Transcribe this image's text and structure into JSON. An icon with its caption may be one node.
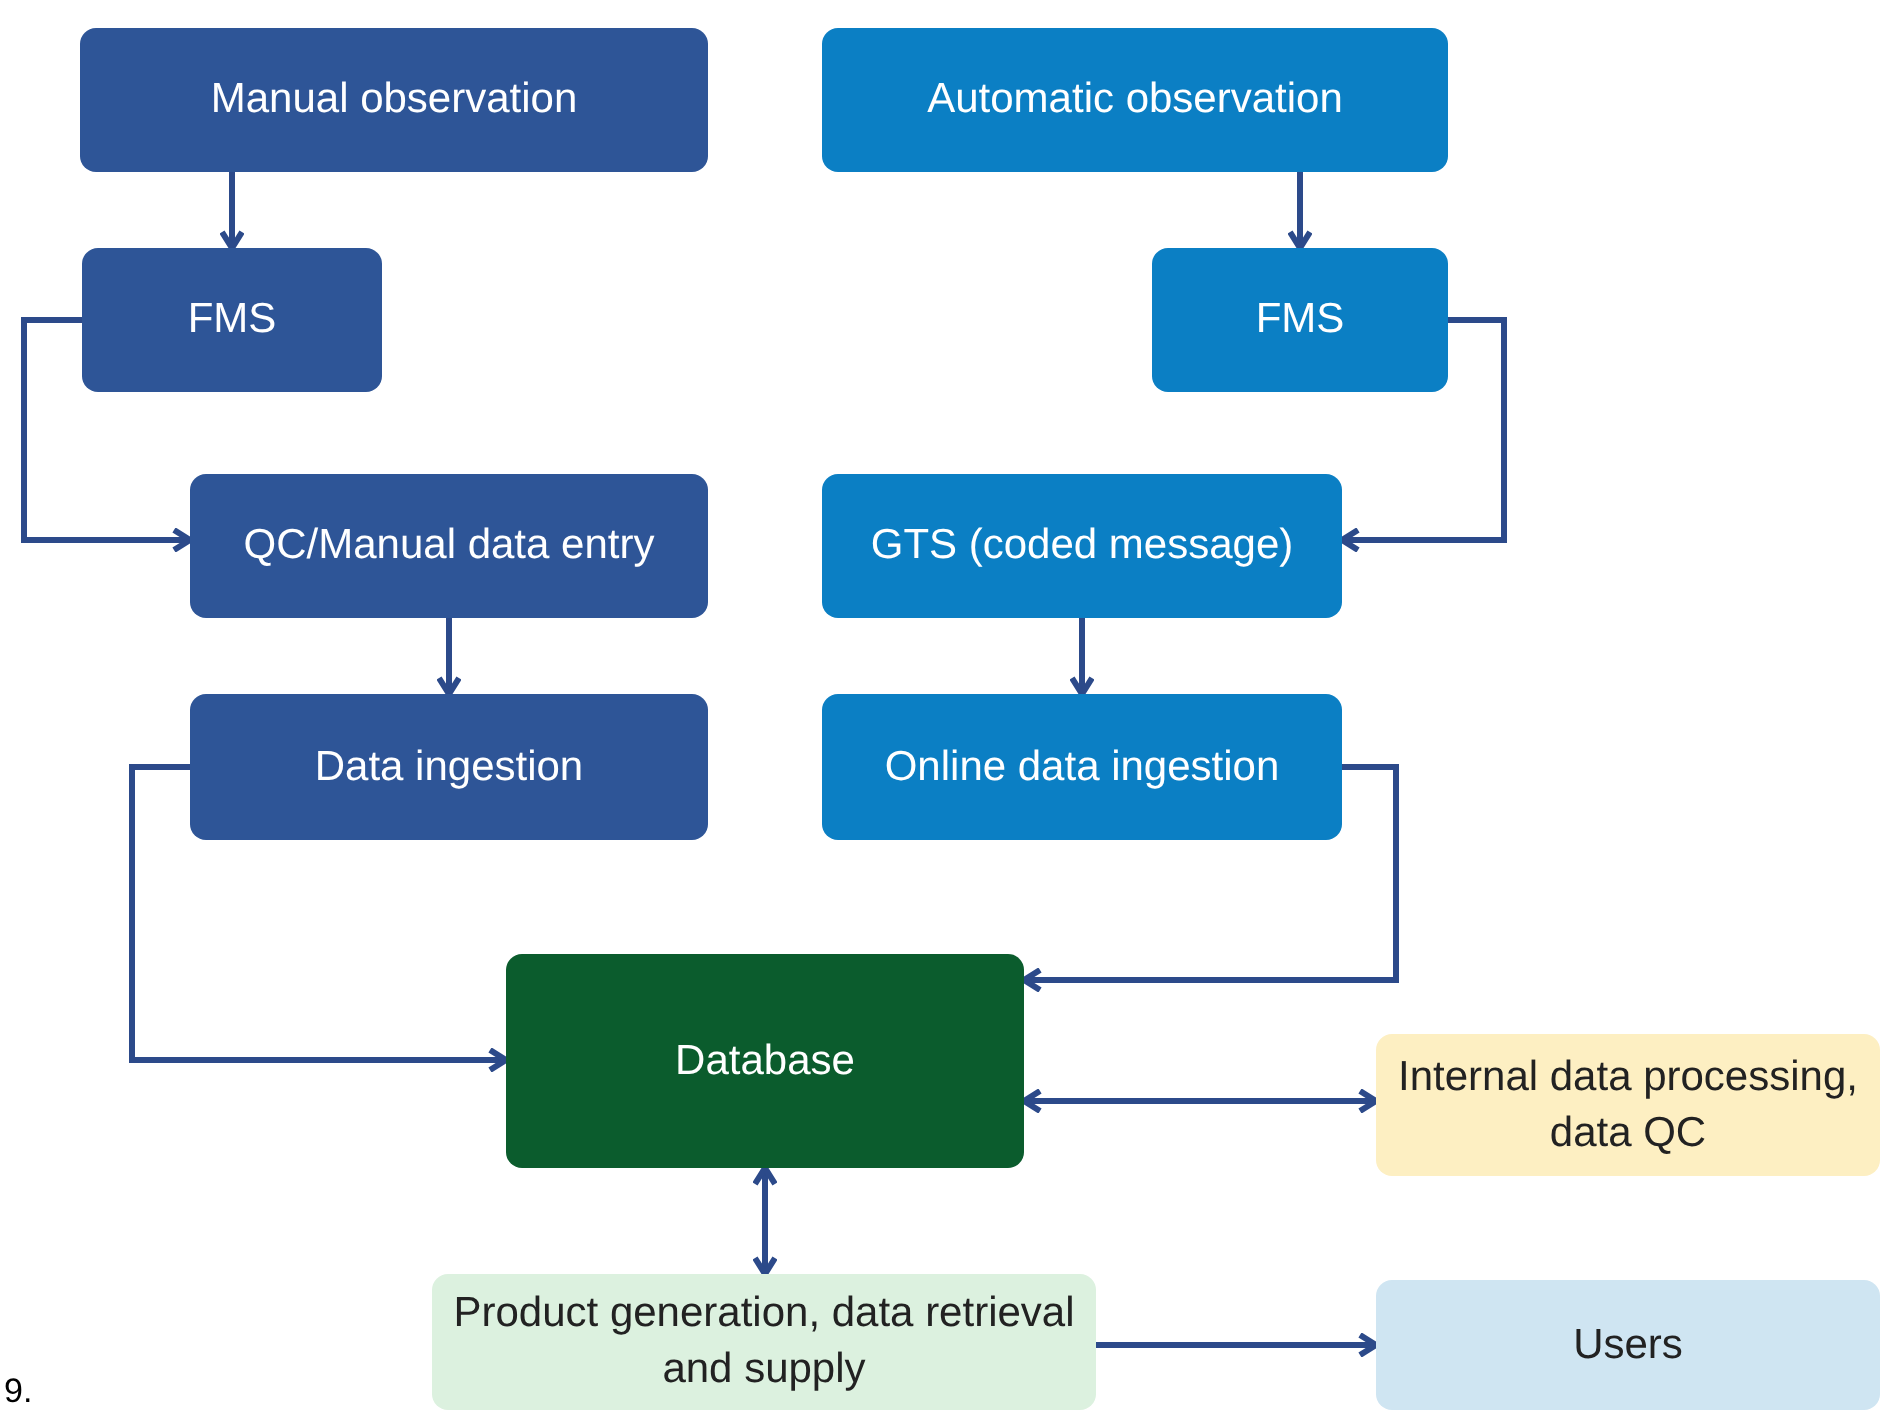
{
  "diagram": {
    "nodes": [
      {
        "text": [
          "Manual observation"
        ]
      },
      {
        "text": [
          "Automatic observation"
        ]
      },
      {
        "text": [
          "FMS"
        ]
      },
      {
        "text": [
          "FMS"
        ]
      },
      {
        "text": [
          "QC/Manual data entry"
        ]
      },
      {
        "text": [
          "GTS (coded message)"
        ]
      },
      {
        "text": [
          "Data ingestion"
        ]
      },
      {
        "text": [
          "Online data ingestion"
        ]
      },
      {
        "text": [
          "Database"
        ]
      },
      {
        "text": [
          "Internal data processing, data QC"
        ]
      },
      {
        "text": [
          "Product generation, data retrieval and supply"
        ]
      },
      {
        "text": [
          "Users"
        ]
      }
    ],
    "edges": [
      {
        "from": 0,
        "to": 2,
        "arrow": "to"
      },
      {
        "from": 1,
        "to": 3,
        "arrow": "to"
      },
      {
        "from": 2,
        "to": 4,
        "arrow": "to"
      },
      {
        "from": 3,
        "to": 5,
        "arrow": "to"
      },
      {
        "from": 4,
        "to": 6,
        "arrow": "to"
      },
      {
        "from": 5,
        "to": 7,
        "arrow": "to"
      },
      {
        "from": 6,
        "to": 8,
        "arrow": "to"
      },
      {
        "from": 7,
        "to": 8,
        "arrow": "to"
      },
      {
        "from": 8,
        "to": 9,
        "arrow": "both"
      },
      {
        "from": 8,
        "to": 10,
        "arrow": "both"
      },
      {
        "from": 10,
        "to": 11,
        "arrow": "to"
      }
    ],
    "labels": [
      "9."
    ]
  }
}
